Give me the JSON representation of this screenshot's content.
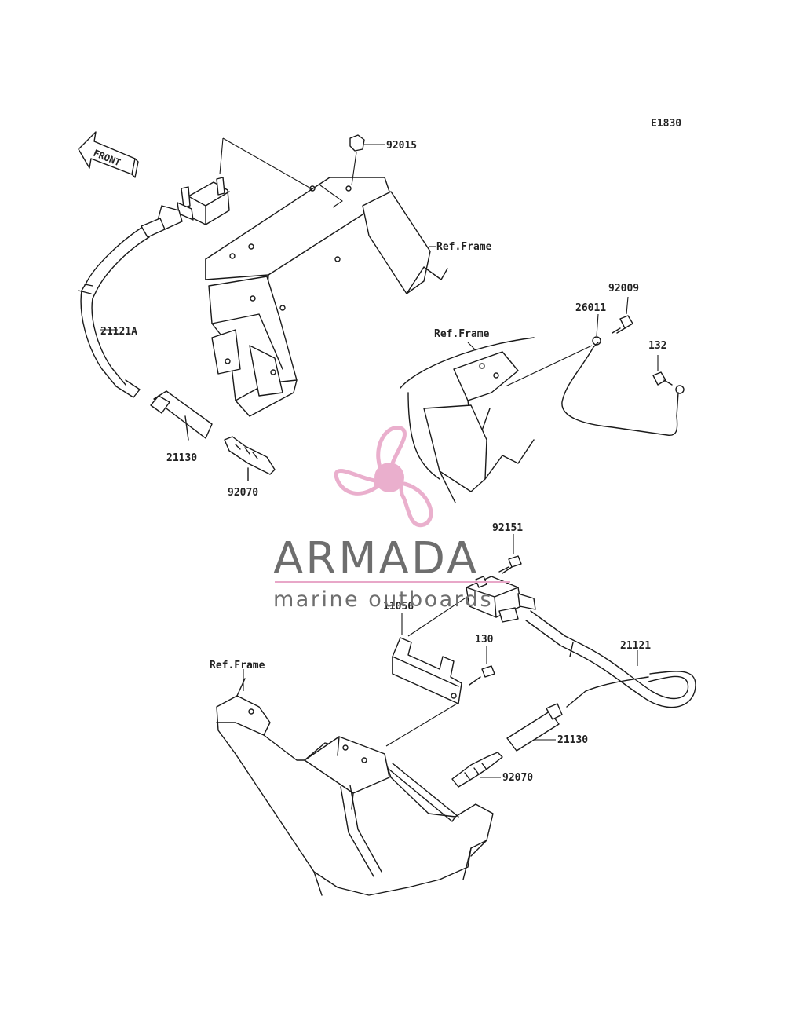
{
  "diagram_code": "E1830",
  "front_arrow_label": "FRONT",
  "labels": {
    "p92015": "92015",
    "ref_frame_top": "Ref.Frame",
    "p21121A": "21121A",
    "p21130_top": "21130",
    "p92070_top": "92070",
    "p92009": "92009",
    "p26011": "26011",
    "ref_frame_mid": "Ref.Frame",
    "p132": "132",
    "p92151": "92151",
    "p11056": "11056",
    "p130": "130",
    "ref_frame_bottom": "Ref.Frame",
    "p21121": "21121",
    "p21130_bottom": "21130",
    "p92070_bottom": "92070"
  },
  "watermark": {
    "brand": "ARMADA",
    "tagline": "marine outboards",
    "logo_color": "#e8a7c8",
    "text_color": "#6e6e6e"
  }
}
